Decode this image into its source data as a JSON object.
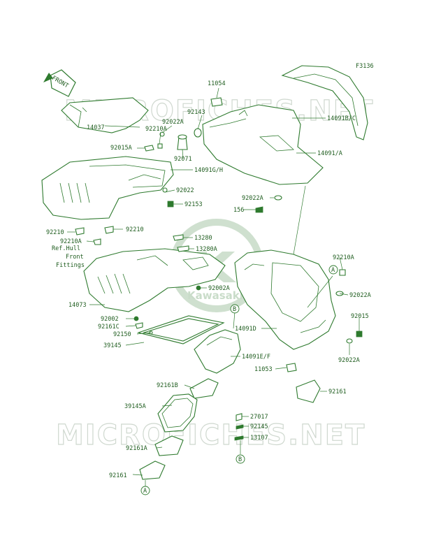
{
  "figure_id": "F3136",
  "watermark": "MICROFICHES.NET",
  "logo_text": "Kawasaki",
  "front_arrow": "FRONT",
  "colors": {
    "line": "#2e7a2e",
    "label": "#1f5d1f",
    "watermark": "#cfd8cf"
  },
  "callouts": {
    "p11054": "11054",
    "p92143": "92143",
    "p92022A_top": "92022A",
    "p92210A_top": "92210A",
    "p14037": "14037",
    "p92015A": "92015A",
    "p92071": "92071",
    "p14091GH": "14091G/H",
    "p14091BC": "14091B/C",
    "p14091A": "14091/A",
    "p92022": "92022",
    "p92153": "92153",
    "p92022A_mid": "92022A",
    "p156": "156",
    "p92210_left": "92210",
    "p92210_mid": "92210",
    "p92210A_left": "92210A",
    "ref_hull": "Ref.Hull",
    "front": "Front",
    "fittings": "Fittings",
    "p13280": "13280",
    "p13280A": "13280A",
    "p92210A_right": "92210A",
    "p92022A_right": "92022A",
    "p92002A": "92002A",
    "p14073": "14073",
    "p92002": "92002",
    "p92161C": "92161C",
    "p92150": "92150",
    "p14091D": "14091D",
    "p92015": "92015",
    "p92022A_low": "92022A",
    "p39145": "39145",
    "p14091EF": "14091E/F",
    "p11053": "11053",
    "p92161B": "92161B",
    "p92161_right": "92161",
    "p39145A": "39145A",
    "p27017": "27017",
    "p92145": "92145",
    "p13107": "13107",
    "p92161A": "92161A",
    "p92161_bottom": "92161"
  },
  "markers": {
    "a_top": "A",
    "b_top": "B",
    "b_bottom": "B",
    "a_bottom": "A"
  }
}
